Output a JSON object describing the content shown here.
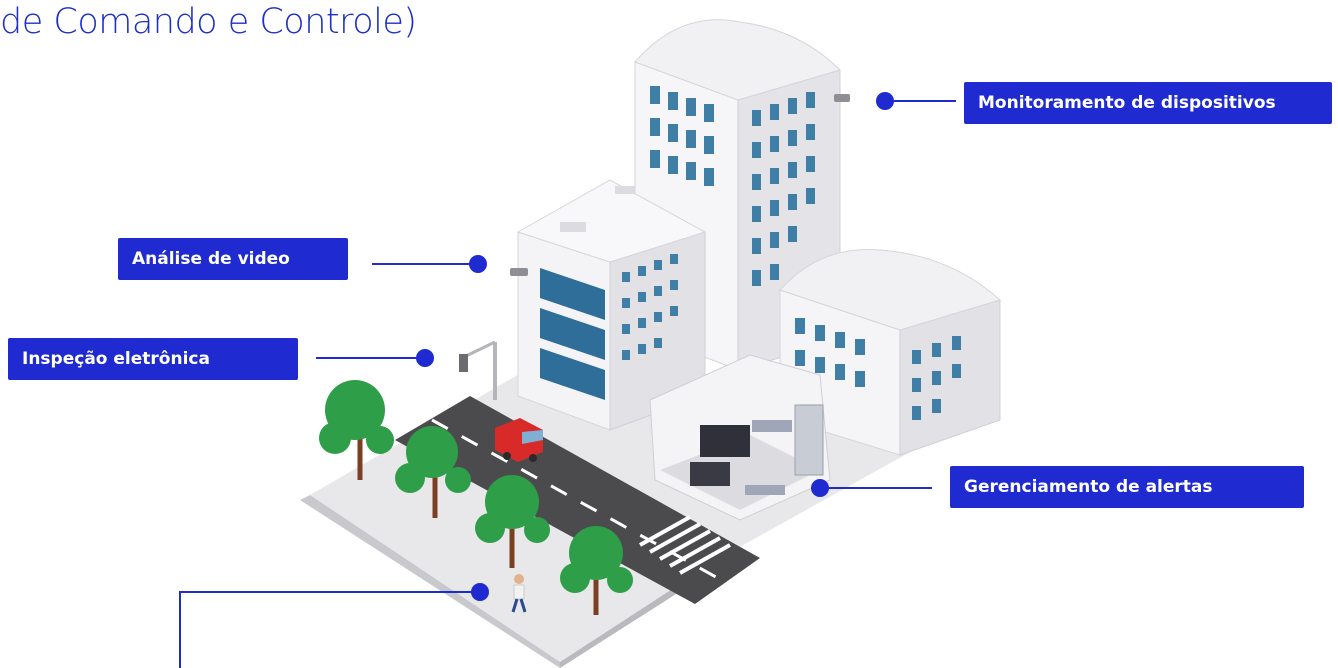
{
  "header": {
    "title": "de Comando e Controle)"
  },
  "callouts": {
    "monitoring": "Monitoramento de dispositivos",
    "video": "Análise de video",
    "inspection": "Inspeção eletrônica",
    "alerts": "Gerenciamento de alertas"
  },
  "colors": {
    "accent": "#1f2bd0",
    "title": "#1d2fc7",
    "tree": "#2e9e48",
    "road": "#4a4a4a",
    "window": "#3f7fa6"
  }
}
